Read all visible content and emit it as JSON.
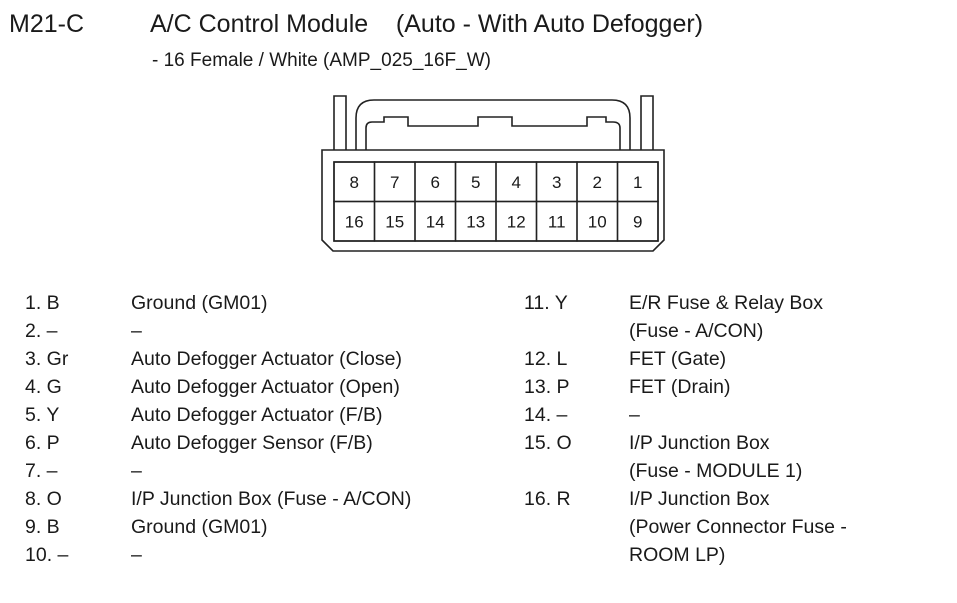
{
  "header": {
    "code": "M21-C",
    "title": "A/C Control Module    (Auto - With Auto Defogger)",
    "subtitle": "- 16 Female / White (AMP_025_16F_W)"
  },
  "connector": {
    "top_row": [
      "8",
      "7",
      "6",
      "5",
      "4",
      "3",
      "2",
      "1"
    ],
    "bottom_row": [
      "16",
      "15",
      "14",
      "13",
      "12",
      "11",
      "10",
      "9"
    ]
  },
  "pins_left": [
    {
      "pin": "1. B",
      "desc": "Ground (GM01)"
    },
    {
      "pin": "2. –",
      "desc": "–"
    },
    {
      "pin": "3. Gr",
      "desc": "Auto Defogger Actuator (Close)"
    },
    {
      "pin": "4. G",
      "desc": "Auto Defogger Actuator (Open)"
    },
    {
      "pin": "5. Y",
      "desc": "Auto Defogger Actuator (F/B)"
    },
    {
      "pin": "6. P",
      "desc": "Auto Defogger Sensor (F/B)"
    },
    {
      "pin": "7. –",
      "desc": "–"
    },
    {
      "pin": "8. O",
      "desc": "I/P Junction Box (Fuse - A/CON)"
    },
    {
      "pin": "9. B",
      "desc": "Ground (GM01)"
    },
    {
      "pin": "10. –",
      "desc": "–"
    }
  ],
  "pins_right": [
    {
      "pin": "11. Y",
      "desc": "E/R Fuse & Relay Box",
      "desc2": "(Fuse - A/CON)"
    },
    {
      "pin": "12. L",
      "desc": "FET (Gate)"
    },
    {
      "pin": "13. P",
      "desc": "FET (Drain)"
    },
    {
      "pin": "14. –",
      "desc": "–"
    },
    {
      "pin": "15. O",
      "desc": "I/P Junction Box",
      "desc2": "(Fuse - MODULE 1)"
    },
    {
      "pin": "16. R",
      "desc": "I/P Junction Box",
      "desc2": "(Power Connector Fuse -",
      "desc3": "ROOM LP)"
    }
  ]
}
